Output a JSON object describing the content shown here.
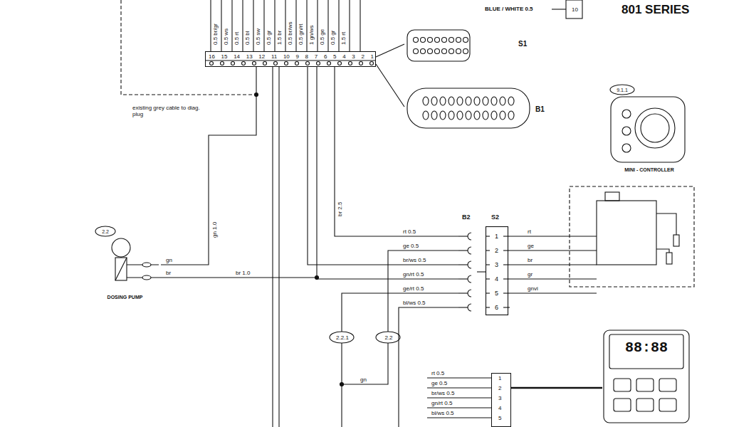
{
  "diagram": {
    "nodes": [
      {
        "text": [
          "16 15 14 13 12 11 10 9 8 7 6 5 4 3 2 1"
        ]
      },
      {
        "text": [
          "S1"
        ]
      },
      {
        "text": [
          "B1"
        ]
      },
      {
        "text": [
          "9.1.1",
          "MINI - CONTROLLER"
        ]
      },
      {
        "text": [
          "2.2",
          "DOSING PUMP"
        ]
      },
      {
        "text": [
          "B2"
        ]
      },
      {
        "text": [
          "S2",
          "1 2 3 4 5 6"
        ]
      },
      {
        "text": [
          "1 2 3 4 5"
        ]
      },
      {
        "text": [
          "88:88"
        ]
      }
    ],
    "edges": [
      {
        "from": 0,
        "to": 1,
        "arrow": "none"
      },
      {
        "from": 0,
        "to": 2,
        "arrow": "none"
      },
      {
        "from": 0,
        "to": 5,
        "arrow": "none",
        "label": "rt 0.5"
      },
      {
        "from": 0,
        "to": 5,
        "arrow": "none",
        "label": "br/ws 0.5"
      },
      {
        "from": 0,
        "to": 5,
        "arrow": "none",
        "label": "gn/rt 0.5"
      },
      {
        "from": 4,
        "to": 0,
        "arrow": "none"
      },
      {
        "from": 5,
        "to": 6,
        "arrow": "none"
      },
      {
        "from": 7,
        "to": 8,
        "arrow": "none"
      }
    ],
    "labels": [
      "801 SERIES",
      "BLUE / WHITE 0.5",
      "10",
      "0.5 br/gr",
      "0.5 ws",
      "0.5 rt",
      "0.5 bl",
      "0.5 sw",
      "0.5 gr",
      "1.5 br",
      "0.5 br/ws",
      "0.5 gn/rt",
      "1 gn/ws",
      "0.5 ge",
      "0.5 gr",
      "1.5 rt",
      "existing grey cable to diag. plug",
      "gn 1.0",
      "br 2.5",
      "gn",
      "br",
      "br 1.0",
      "ge 0.5",
      "ge/rt 0.5",
      "bl/ws 0.5",
      "rt",
      "ge",
      "br",
      "gr",
      "gnvi",
      "2.2.1",
      "2.2",
      "gn",
      "rt 0.5",
      "ge 0.5",
      "br/ws 0.5",
      "gn/rt 0.5",
      "bl/ws 0.5"
    ]
  }
}
